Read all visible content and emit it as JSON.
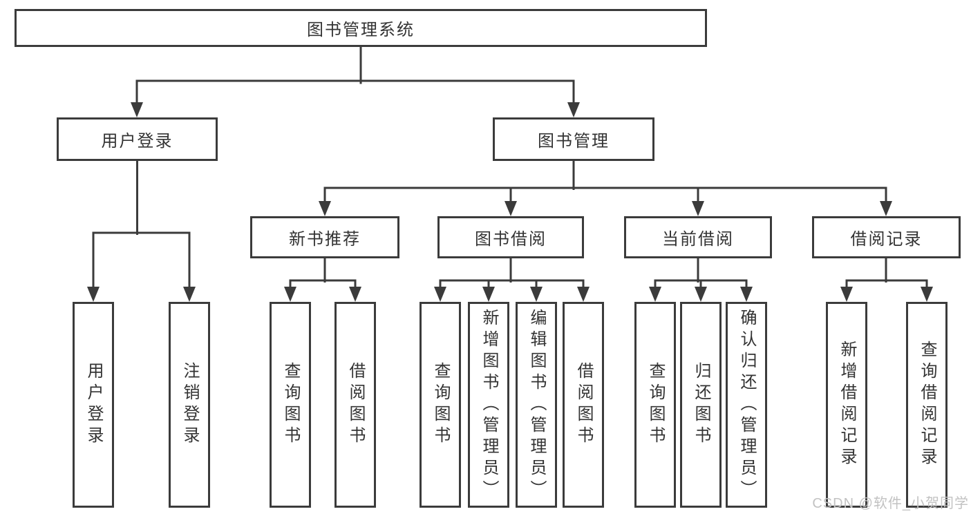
{
  "diagram": {
    "root": {
      "label": "图书管理系统"
    },
    "level2": [
      {
        "label": "用户登录",
        "children": [
          {
            "label": "用户登录"
          },
          {
            "label": "注销登录"
          }
        ]
      },
      {
        "label": "图书管理",
        "children": [
          {
            "label": "新书推荐",
            "children": [
              {
                "label": "查询图书"
              },
              {
                "label": "借阅图书"
              }
            ]
          },
          {
            "label": "图书借阅",
            "children": [
              {
                "label": "查询图书"
              },
              {
                "label": "新增图书（管理员）"
              },
              {
                "label": "编辑图书（管理员）"
              },
              {
                "label": "借阅图书"
              }
            ]
          },
          {
            "label": "当前借阅",
            "children": [
              {
                "label": "查询图书"
              },
              {
                "label": "归还图书"
              },
              {
                "label": "确认归还（管理员）"
              }
            ]
          },
          {
            "label": "借阅记录",
            "children": [
              {
                "label": "新增借阅记录"
              },
              {
                "label": "查询借阅记录"
              }
            ]
          }
        ]
      }
    ]
  },
  "watermark": {
    "text": "CSDN @软件_小贺同学"
  },
  "colors": {
    "line": "#3b3b3b",
    "text": "#333333",
    "box_fill": "#ffffff",
    "background": "#ffffff",
    "watermark": "#c2c2c2"
  }
}
